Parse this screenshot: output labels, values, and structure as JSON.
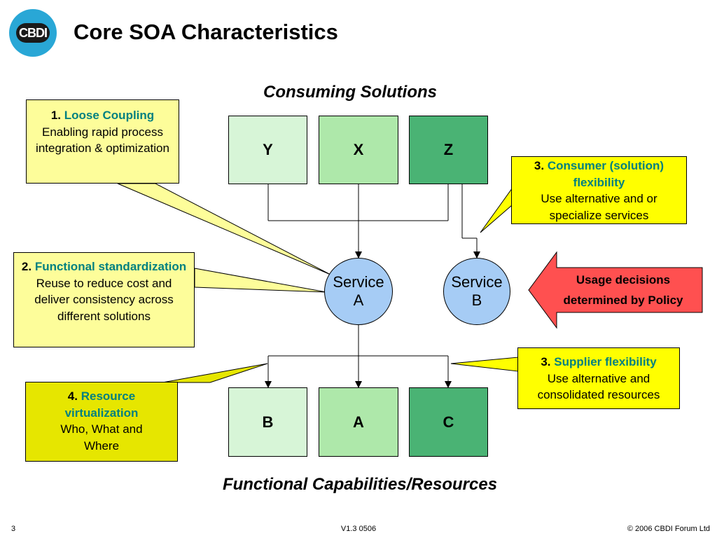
{
  "header": {
    "logo_text": "CBDI",
    "title": "Core SOA Characteristics"
  },
  "consuming_heading": "Consuming Solutions",
  "resources_heading": "Functional Capabilities/Resources",
  "consumers": [
    {
      "label": "Y",
      "color": "#d7f5d7"
    },
    {
      "label": "X",
      "color": "#aee8aa"
    },
    {
      "label": "Z",
      "color": "#4ab374"
    }
  ],
  "resources": [
    {
      "label": "B",
      "color": "#d7f5d7"
    },
    {
      "label": "A",
      "color": "#aee8aa"
    },
    {
      "label": "C",
      "color": "#4ab374"
    }
  ],
  "services": [
    {
      "line1": "Service",
      "line2": "A"
    },
    {
      "line1": "Service",
      "line2": "B"
    }
  ],
  "callouts": {
    "loose_coupling": {
      "number": "1.",
      "keyword": "Loose Coupling",
      "text": "Enabling rapid process integration & optimization"
    },
    "functional_standardization": {
      "number": "2.",
      "keyword": "Functional standardization",
      "text": "Reuse to reduce cost and deliver consistency across different solutions"
    },
    "consumer_flexibility": {
      "number": "3.",
      "keyword": "Consumer (solution) flexibility",
      "text": "Use alternative and or specialize services"
    },
    "supplier_flexibility": {
      "number": "3.",
      "keyword": "Supplier flexibility",
      "text": "Use alternative and consolidated resources"
    },
    "resource_virtualization": {
      "number": "4.",
      "keyword": "Resource virtualization",
      "text": "Who, What and Where"
    }
  },
  "policy": {
    "line1": "Usage decisions",
    "line2": "determined by Policy"
  },
  "footer": {
    "page": "3",
    "version": "V1.3 0506",
    "copyright": "© 2006 CBDI Forum Ltd"
  },
  "colors": {
    "service": "#a6ccf5",
    "callout_pale": "#fdfd9a",
    "callout_bright": "#ffff00",
    "callout_olive": "#e6e600",
    "keyword": "#008080",
    "policy_arrow": "#ff5050",
    "logo": "#29a7d6"
  }
}
